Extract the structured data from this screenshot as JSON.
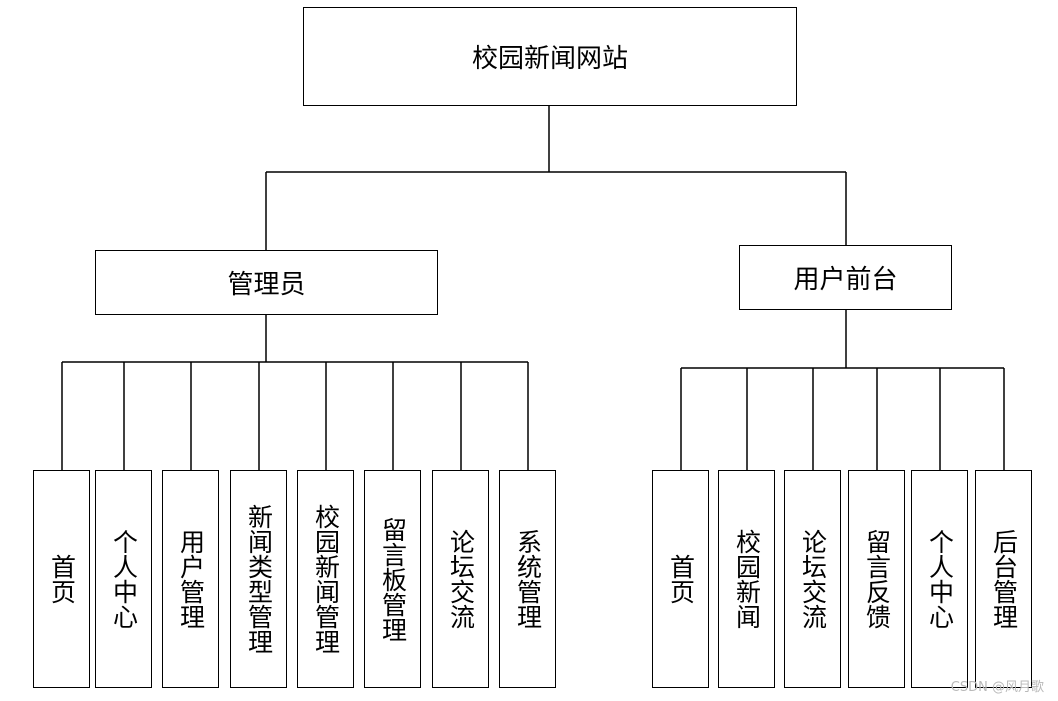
{
  "root": {
    "label": "校园新闻网站"
  },
  "admin": {
    "label": "管理员",
    "children": [
      "首页",
      "个人中心",
      "用户管理",
      "新闻类型管理",
      "校园新闻管理",
      "留言板管理",
      "论坛交流",
      "系统管理"
    ]
  },
  "frontend": {
    "label": "用户前台",
    "children": [
      "首页",
      "校园新闻",
      "论坛交流",
      "留言反馈",
      "个人中心",
      "后台管理"
    ]
  },
  "watermark": "CSDN @风月歌"
}
